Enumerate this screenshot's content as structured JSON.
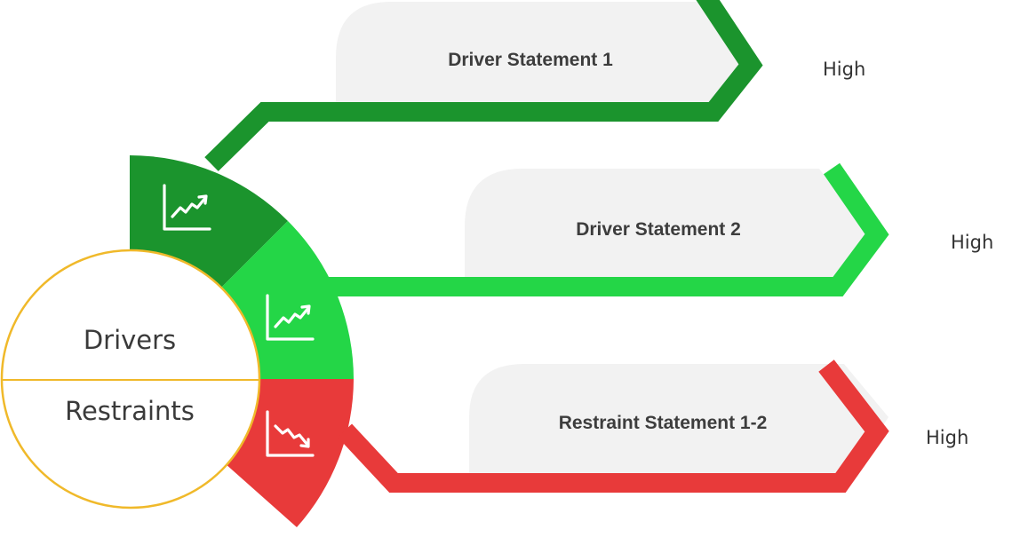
{
  "center": {
    "top_label": "Drivers",
    "bottom_label": "Restraints"
  },
  "items": [
    {
      "statement": "Driver Statement 1",
      "level": "High",
      "color": "#1b942d",
      "icon": "trend-up-icon"
    },
    {
      "statement": "Driver Statement 2",
      "level": "High",
      "color": "#24d647",
      "icon": "trend-up-icon"
    },
    {
      "statement": "Restraint Statement 1-2",
      "level": "High",
      "color": "#e83a3a",
      "icon": "trend-down-icon"
    }
  ],
  "colors": {
    "circle_outline": "#f0b92a",
    "card_fill": "#f2f2f2"
  }
}
